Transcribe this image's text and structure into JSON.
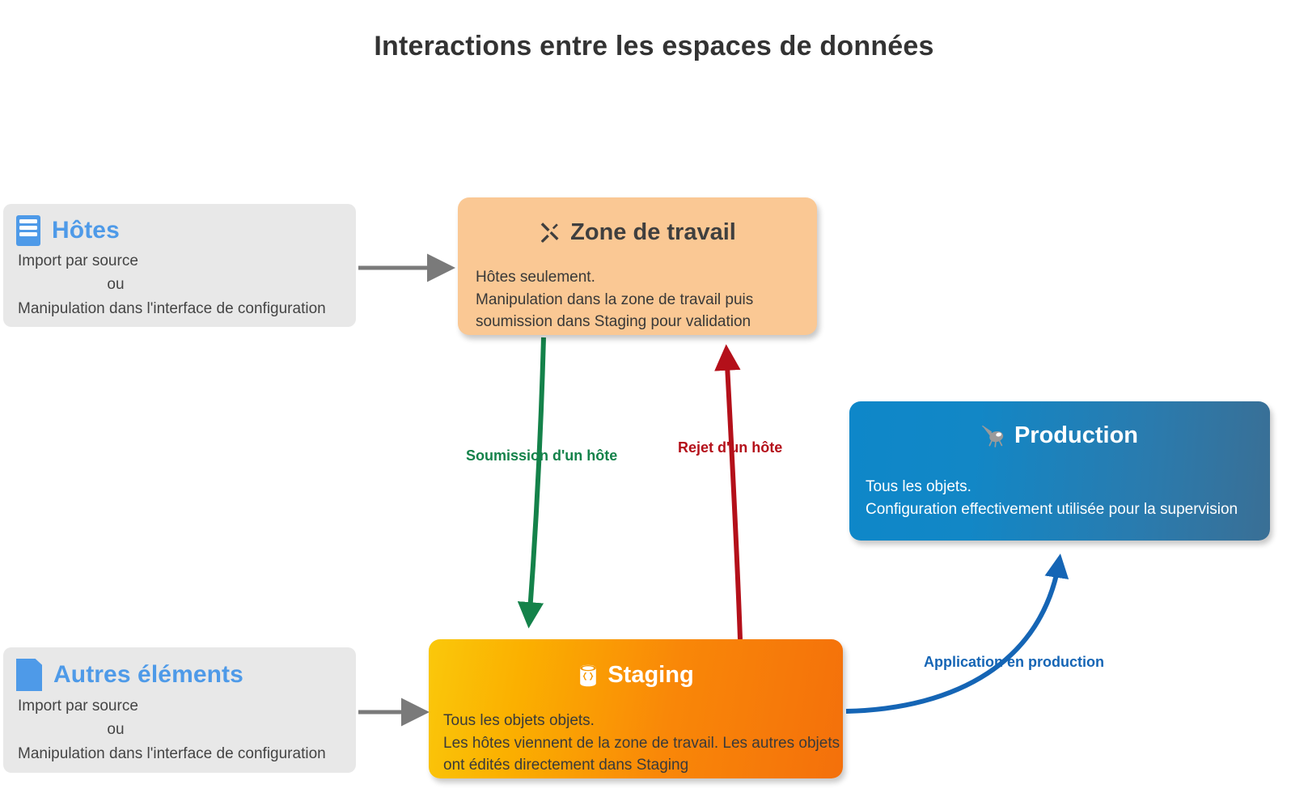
{
  "page": {
    "title": "Interactions entre les espaces de données",
    "background": "#ffffff"
  },
  "colors": {
    "source_box_bg": "#e8e8e8",
    "source_title": "#4e9ae8",
    "workspace_bg": "#fac894",
    "staging_gradient_start": "#fac80b",
    "staging_gradient_end": "#f4700b",
    "production_gradient_start": "#0e87c9",
    "production_gradient_end": "#3a6f95",
    "arrow_grey": "#7a7a7a",
    "arrow_green": "#14824a",
    "arrow_red": "#b4101a",
    "arrow_blue": "#1565b5"
  },
  "nodes": {
    "hosts": {
      "icon": "server-rack-icon",
      "title": "Hôtes",
      "lines": [
        "Import par source",
        "ou",
        "Manipulation dans l'interface de configuration"
      ]
    },
    "other_elements": {
      "icon": "document-icon",
      "title": "Autres éléments",
      "lines": [
        "Import par source",
        "ou",
        "Manipulation dans l'interface de configuration"
      ]
    },
    "workspace": {
      "icon": "hammer-and-wrench-icon",
      "icon_glyph": "⚒",
      "title": "Zone de travail",
      "lines": [
        "Hôtes seulement.",
        "Manipulation dans la zone de travail puis",
        "soumission dans Staging pour validation"
      ]
    },
    "staging": {
      "icon": "database-icon",
      "title": "Staging",
      "lines": [
        "Tous les objets objets.",
        "Les hôtes viennent de la zone de travail. Les autres objets",
        "ont édités directement dans Staging"
      ]
    },
    "production": {
      "icon": "satellite-antenna-icon",
      "title": "Production",
      "lines": [
        "Tous les objets.",
        "Configuration effectivement utilisée pour la supervision"
      ]
    }
  },
  "edges": {
    "hosts_to_workspace": {
      "label": "",
      "color": "#7a7a7a",
      "from": "hosts",
      "to": "workspace"
    },
    "other_to_staging": {
      "label": "",
      "color": "#7a7a7a",
      "from": "other_elements",
      "to": "staging"
    },
    "workspace_to_staging": {
      "label": "Soumission d'un hôte",
      "color": "#14824a",
      "from": "workspace",
      "to": "staging"
    },
    "staging_to_workspace": {
      "label": "Rejet d'un hôte",
      "color": "#b4101a",
      "from": "staging",
      "to": "workspace"
    },
    "staging_to_production": {
      "label": "Application en production",
      "color": "#1565b5",
      "from": "staging",
      "to": "production"
    }
  }
}
